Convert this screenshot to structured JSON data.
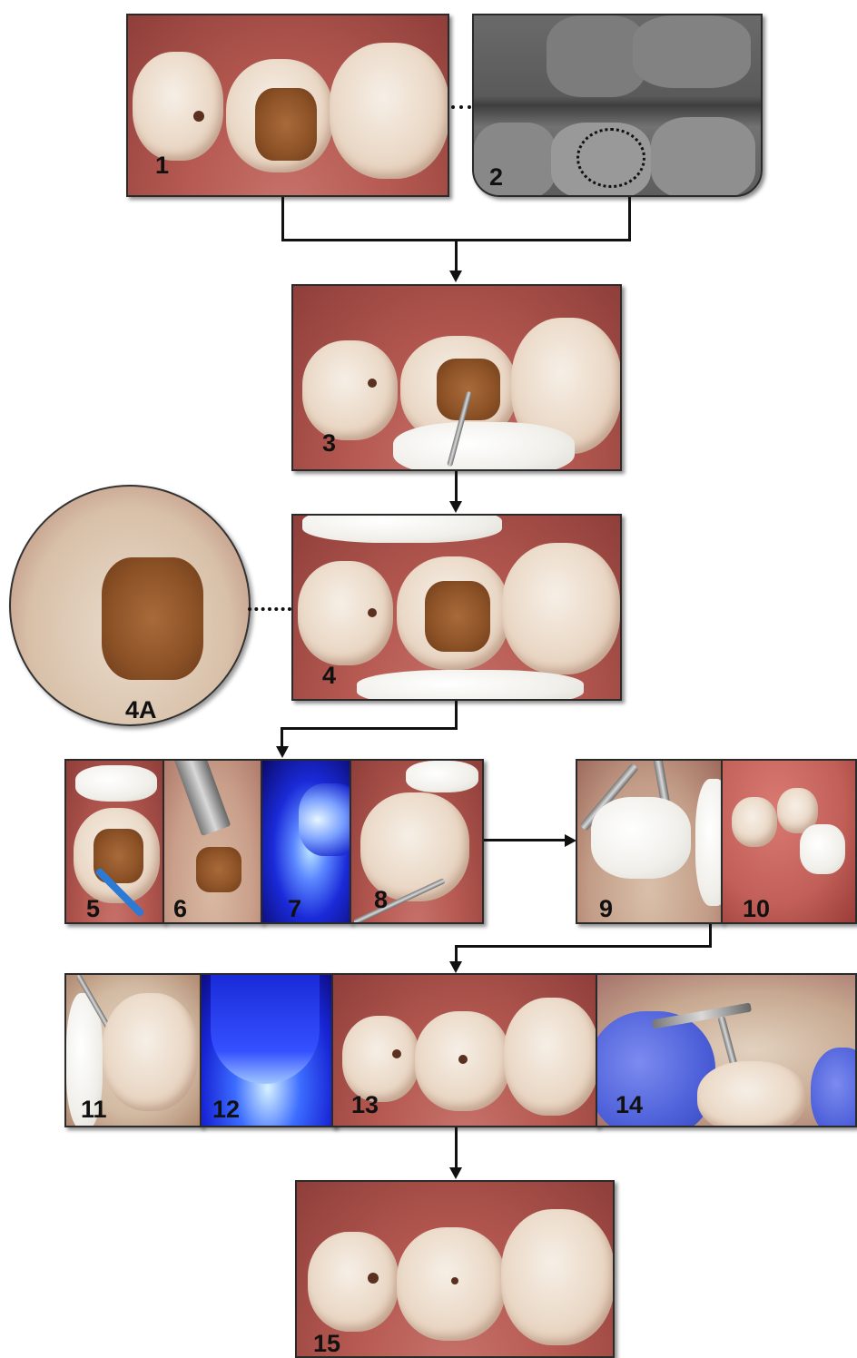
{
  "labels": {
    "p1": "1",
    "p2": "2",
    "p3": "3",
    "p4": "4",
    "p4a": "4A",
    "p5": "5",
    "p6": "6",
    "p7": "7",
    "p8": "8",
    "p9": "9",
    "p10": "10",
    "p11": "11",
    "p12": "12",
    "p13": "13",
    "p14": "14",
    "p15": "15"
  },
  "colors": {
    "gingiva": "#b65a52",
    "enamel": "#ead8c6",
    "caries": "#8c5226",
    "uv_light": "#1a2ad8",
    "glove": "#4c5fd8",
    "radiograph": "#5a5a5a"
  }
}
